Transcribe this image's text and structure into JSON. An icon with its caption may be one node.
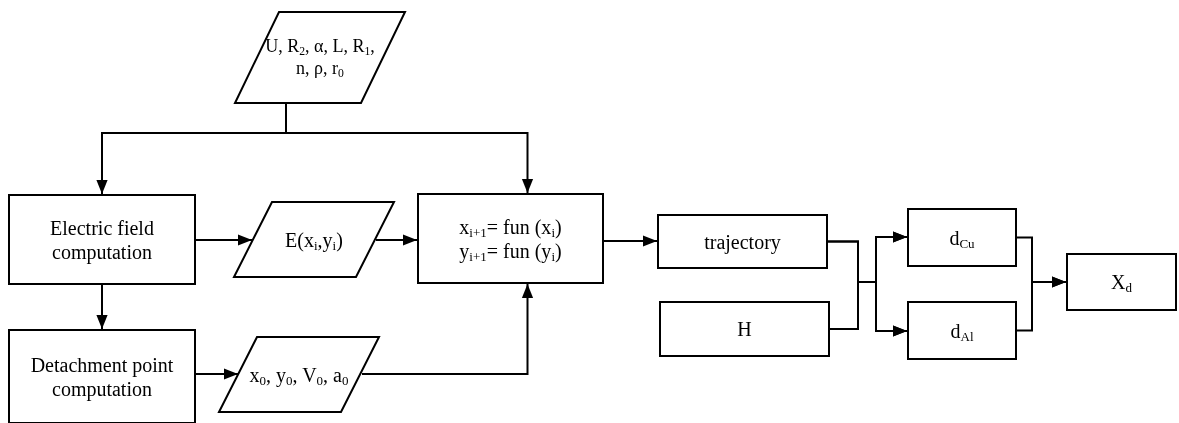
{
  "diagram": {
    "nodes": [
      {
        "text": [
          "U, R$_{2}$, α, L, R$_{1}$, n, ρ, r$_{0}$"
        ]
      },
      {
        "text": [
          "Electric field computation"
        ]
      },
      {
        "text": [
          "E(x$_{i}$,y$_{i}$)"
        ]
      },
      {
        "text": [
          "x$_{i+1}$= fun (x$_{i}$)",
          "y$_{i+1}$= fun (y$_{i}$)"
        ]
      },
      {
        "text": [
          "Detachment point computation"
        ]
      },
      {
        "text": [
          "x$_{0}$, y$_{0}$, V$_{0}$, a$_{0}$"
        ]
      },
      {
        "text": [
          "trajectory"
        ]
      },
      {
        "text": [
          "H"
        ]
      },
      {
        "text": [
          "d$_{Cu}$"
        ]
      },
      {
        "text": [
          "d$_{Al}$"
        ]
      },
      {
        "text": [
          "X$_{d}$"
        ]
      }
    ],
    "edges": [
      {
        "from": 0,
        "to": 1,
        "arrow": "to"
      },
      {
        "from": 0,
        "to": 3,
        "arrow": "to"
      },
      {
        "from": 1,
        "to": 2,
        "arrow": "to"
      },
      {
        "from": 2,
        "to": 3,
        "arrow": "to"
      },
      {
        "from": 1,
        "to": 4,
        "arrow": "to"
      },
      {
        "from": 4,
        "to": 5,
        "arrow": "to"
      },
      {
        "from": 5,
        "to": 3,
        "arrow": "to"
      },
      {
        "from": 3,
        "to": 6,
        "arrow": "to"
      },
      {
        "from": 6,
        "to": 8,
        "arrow": "to"
      },
      {
        "from": 6,
        "to": 9,
        "arrow": "to"
      },
      {
        "from": 7,
        "to": 8,
        "arrow": "to"
      },
      {
        "from": 7,
        "to": 9,
        "arrow": "to"
      },
      {
        "from": 8,
        "to": 10,
        "arrow": "to"
      },
      {
        "from": 9,
        "to": 10,
        "arrow": "to"
      }
    ]
  }
}
